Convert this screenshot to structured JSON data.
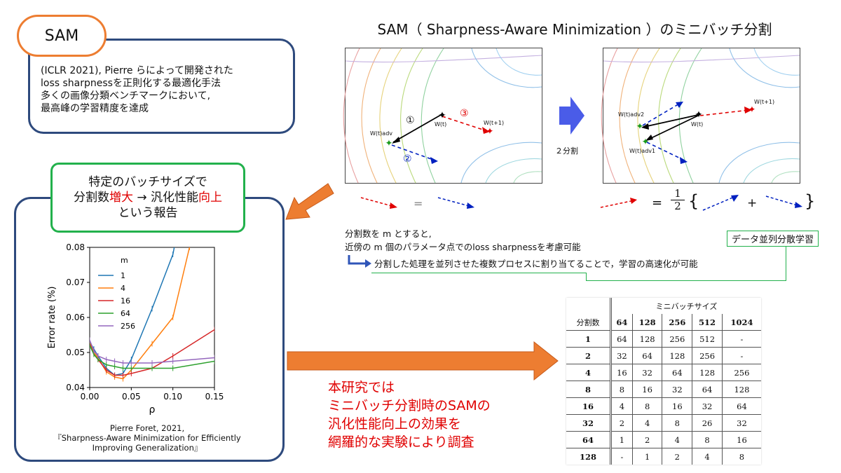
{
  "sam": {
    "title": "SAM",
    "lines": [
      "(ICLR 2021), Pierre らによって開発された",
      "loss sharpnessを正則化する最適化手法",
      "多くの画像分類ベンチマークにおいて,",
      "最高峰の学習精度を達成"
    ]
  },
  "main_title": "SAM（ Sharpness-Aware Minimization ）のミニバッチ分割",
  "contour_left": {
    "w_t": "W(t)",
    "w_t1": "W(t+1)",
    "w_adv": "W(t)adv",
    "step1": "①",
    "step2": "②",
    "step3": "③"
  },
  "contour_right": {
    "w_t": "W(t)",
    "w_t1": "W(t+1)",
    "w_adv2": "W(t)adv2",
    "w_adv1": "W(t)adv1"
  },
  "split_label": "２分割",
  "equation": {
    "equals": "=",
    "half_num": "1",
    "half_den": "2",
    "lbrace": "{",
    "plus": "+",
    "rbrace": "}"
  },
  "notes": {
    "line1": "分割数を m とすると,",
    "line2": "近傍の m 個のパラメータ点でのloss sharpnessを考慮可能",
    "line3": "分割した処理を並列させた複数プロセスに割り当てることで，学習の高速化が可能",
    "tag": "データ並列分散学習"
  },
  "report": {
    "line1": "特定のバッチサイズで",
    "line2a": "分割数",
    "line2b": "増大",
    "line2c": " → 汎化性能",
    "line2d": "向上",
    "line3": "という報告"
  },
  "citation": {
    "line1": "Pierre Foret, 2021,",
    "line2": "『Sharpness-Aware Minimization for Efficiently",
    "line3": "Improving Generalization』"
  },
  "conclusion": [
    "本研究では",
    "ミニバッチ分割時のSAMの",
    "汎化性能向上の効果を",
    "網羅的な実験により調査"
  ],
  "colors": {
    "navy": "#2e4a7d",
    "orange": "#ed7d31",
    "green": "#22b14c",
    "red": "#e00000",
    "blue_arrow": "#4a5ce8"
  },
  "chart_data": {
    "type": "line",
    "xlabel": "ρ",
    "ylabel": "Error rate (%)",
    "xlim": [
      0.0,
      0.15
    ],
    "ylim": [
      0.04,
      0.08
    ],
    "xticks": [
      "0.00",
      "0.05",
      "0.10",
      "0.15"
    ],
    "yticks": [
      "0.04",
      "0.05",
      "0.06",
      "0.07",
      "0.08"
    ],
    "legend_title": "m",
    "legend_position": "top-left",
    "series": [
      {
        "name": "1",
        "color": "#1f77b4",
        "x": [
          0.0,
          0.005,
          0.01,
          0.02,
          0.03,
          0.04,
          0.05,
          0.075,
          0.1,
          0.11
        ],
        "y": [
          0.053,
          0.051,
          0.049,
          0.0455,
          0.0435,
          0.044,
          0.048,
          0.0625,
          0.078,
          0.09
        ]
      },
      {
        "name": "4",
        "color": "#ff7f0e",
        "x": [
          0.0,
          0.005,
          0.01,
          0.02,
          0.03,
          0.04,
          0.05,
          0.075,
          0.1,
          0.12
        ],
        "y": [
          0.053,
          0.05,
          0.0485,
          0.0445,
          0.043,
          0.0425,
          0.045,
          0.0525,
          0.06,
          0.08
        ]
      },
      {
        "name": "16",
        "color": "#d62728",
        "x": [
          0.0,
          0.005,
          0.01,
          0.02,
          0.03,
          0.04,
          0.05,
          0.075,
          0.1,
          0.15
        ],
        "y": [
          0.0525,
          0.0495,
          0.048,
          0.045,
          0.0435,
          0.0435,
          0.044,
          0.0455,
          0.049,
          0.0565
        ]
      },
      {
        "name": "64",
        "color": "#2ca02c",
        "x": [
          0.0,
          0.005,
          0.01,
          0.02,
          0.03,
          0.04,
          0.05,
          0.075,
          0.1,
          0.15
        ],
        "y": [
          0.052,
          0.0495,
          0.048,
          0.0465,
          0.046,
          0.0455,
          0.0455,
          0.0455,
          0.0455,
          0.0475
        ]
      },
      {
        "name": "256",
        "color": "#9467bd",
        "x": [
          0.0,
          0.005,
          0.01,
          0.02,
          0.03,
          0.04,
          0.05,
          0.075,
          0.1,
          0.15
        ],
        "y": [
          0.0535,
          0.0505,
          0.049,
          0.048,
          0.0475,
          0.047,
          0.047,
          0.047,
          0.0475,
          0.0485
        ]
      }
    ]
  },
  "table": {
    "group_header": "ミニバッチサイズ",
    "row_header": "分割数",
    "columns": [
      "64",
      "128",
      "256",
      "512",
      "1024"
    ],
    "rows": [
      {
        "m": "1",
        "cells": [
          "64",
          "128",
          "256",
          "512",
          "-"
        ]
      },
      {
        "m": "2",
        "cells": [
          "32",
          "64",
          "128",
          "256",
          "-"
        ]
      },
      {
        "m": "4",
        "cells": [
          "16",
          "32",
          "64",
          "128",
          "256"
        ]
      },
      {
        "m": "8",
        "cells": [
          "8",
          "16",
          "32",
          "64",
          "128"
        ]
      },
      {
        "m": "16",
        "cells": [
          "4",
          "8",
          "16",
          "32",
          "64"
        ]
      },
      {
        "m": "32",
        "cells": [
          "2",
          "4",
          "8",
          "26",
          "32"
        ]
      },
      {
        "m": "64",
        "cells": [
          "1",
          "2",
          "4",
          "8",
          "16"
        ]
      },
      {
        "m": "128",
        "cells": [
          "-",
          "1",
          "2",
          "4",
          "8"
        ]
      }
    ]
  }
}
